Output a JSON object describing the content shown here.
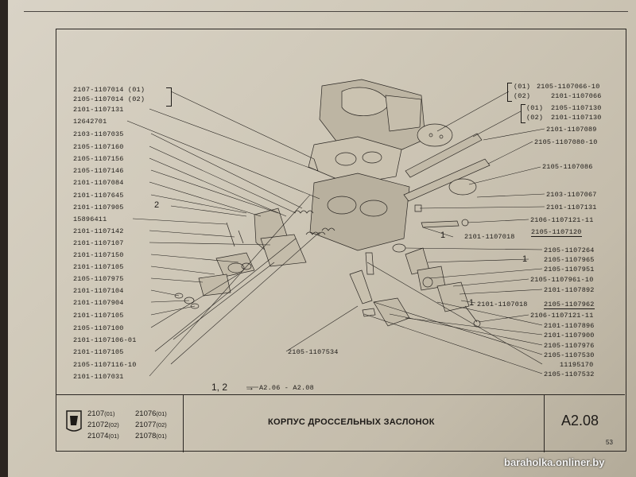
{
  "header_fragment": "",
  "left_labels": [
    "2107-1107014 (01)",
    "2105-1107014 (02)",
    "2101-1107131",
    "12642701",
    "2103-1107035",
    "2105-1107160",
    "2105-1107156",
    "2105-1107146",
    "2101-1107084",
    "2101-1107645",
    "2101-1107905",
    "15896411",
    "2101-1107142",
    "2101-1107107",
    "2101-1107150",
    "2101-1107105",
    "2105-1107975",
    "2101-1107104",
    "2101-1107904",
    "2101-1107105",
    "2105-1107100",
    "2101-1107106-01",
    "2101-1107105",
    "2105-1107116-10",
    "2101-1107031"
  ],
  "left_marker_2": "2",
  "right_labels": {
    "r1a": "2105-1107066-10",
    "r1b": "2101-1107066",
    "r1a_tag": "(01)",
    "r1b_tag": "(02)",
    "r2a": "2105-1107130",
    "r2b": "2101-1107130",
    "r2a_tag": "(01)",
    "r2b_tag": "(02)",
    "r3": "2101-1107089",
    "r4": "2105-1107080-10",
    "r5": "2105-1107086",
    "r6": "2103-1107067",
    "r7": "2101-1107131",
    "r8": "2106-1107121-11",
    "r9_prefix": "1",
    "r9a": "2101-1107018",
    "r9b": "2105-1107120",
    "r10": "2105-1107264",
    "r11_prefix": "1",
    "r11": "2105-1107965",
    "r12": "2105-1107951",
    "r13": "2105-1107961-10",
    "r14": "2101-1107892",
    "r15_prefix": "1",
    "r15a": "2101-1107018",
    "r15b": "2105-1107962",
    "r16": "2106-1107121-11",
    "r17": "2101-1107896",
    "r18": "2101-1107900",
    "r19": "2105-1107976",
    "r20": "2105-1107530",
    "r21": "11195170",
    "r22": "2105-1107532"
  },
  "center_label": "2105-1107534",
  "reference": {
    "prefix": "1, 2",
    "arrow": "→",
    "text": "A2.06 - A2.08"
  },
  "footer": {
    "models": [
      {
        "a": "2107",
        "a_code": "(01)",
        "b": "21076",
        "b_code": "(01)"
      },
      {
        "a": "21072",
        "a_code": "(02)",
        "b": "21077",
        "b_code": "(02)"
      },
      {
        "a": "21074",
        "a_code": "(01)",
        "b": "21078",
        "b_code": "(01)"
      }
    ],
    "title": "КОРПУС ДРОССЕЛЬНЫХ ЗАСЛОНОК",
    "section_code": "A2.08",
    "page_number": "53"
  },
  "watermark": "baraholka.onliner.by",
  "colors": {
    "paper": "#cfc8b8",
    "ink": "#1e1b18",
    "background": "#2b2520"
  }
}
